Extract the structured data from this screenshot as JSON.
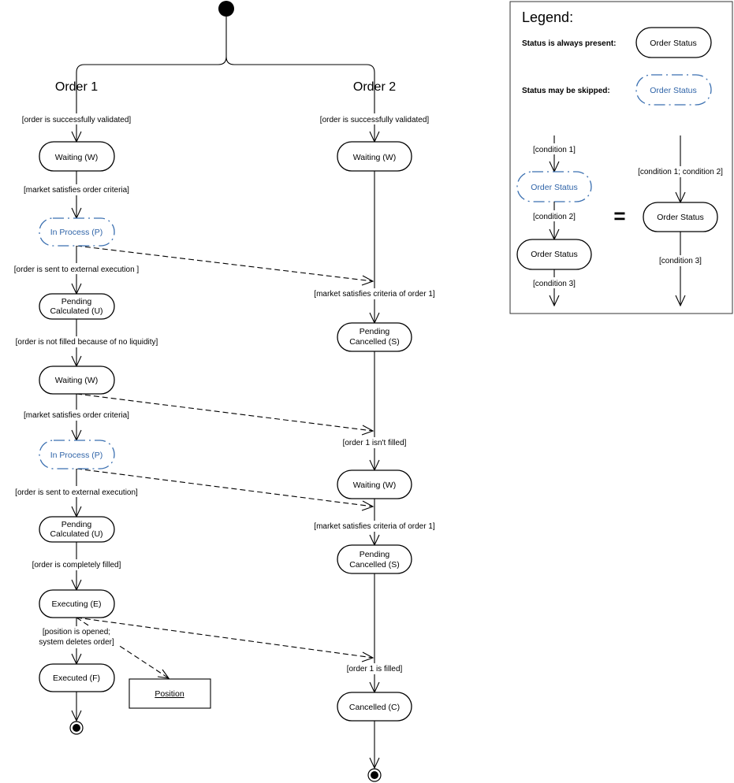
{
  "columns": {
    "order1": "Order 1",
    "order2": "Order 2"
  },
  "order1": {
    "states": [
      "Waiting (W)",
      "In Process (P)",
      "Pending",
      "Calculated (U)",
      "Waiting (W)",
      "In Process (P)",
      "Pending",
      "Calculated (U)",
      "Executing (E)",
      "Executed (F)"
    ],
    "conditions": [
      "[order is successfully validated]",
      "[market satisfies order criteria]",
      "[order is sent to external execution ]",
      "[order is not filled because of no liquidity]",
      "[market satisfies order criteria]",
      "[order is sent to external execution]",
      "[order is completely filled]",
      "[position is opened;",
      "system deletes order]"
    ]
  },
  "order2": {
    "states": [
      "Waiting (W)",
      "Pending",
      "Cancelled (S)",
      "Waiting (W)",
      "Pending",
      "Cancelled (S)",
      "Cancelled (C)"
    ],
    "conditions": [
      "[order is successfully validated]",
      "[market satisfies criteria of order 1]",
      "[order 1 isn't filled]",
      "[market satisfies criteria of order 1]",
      "[order 1 is filled]"
    ]
  },
  "position": "Position",
  "legend": {
    "title": "Legend:",
    "present_label": "Status is always present:",
    "skipped_label": "Status may be skipped:",
    "state_name": "Order Status",
    "equals": "=",
    "conditions": [
      "[condition 1]",
      "[condition 2]",
      "[condition 3]",
      "[condition 1; condition 2]",
      "[condition 3]"
    ]
  }
}
